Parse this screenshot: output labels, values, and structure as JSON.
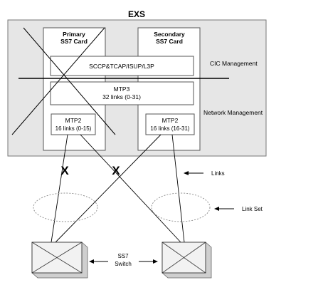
{
  "title": "EXS",
  "primary_card": {
    "line1": "Primary",
    "line2": "SS7 Card"
  },
  "secondary_card": {
    "line1": "Secondary",
    "line2": "SS7 Card"
  },
  "sccp_layer": "SCCP&TCAP/ISUP/L3P",
  "mtp3": {
    "line1": "MTP3",
    "line2": "32 links (0-31)"
  },
  "mtp2_primary": {
    "line1": "MTP2",
    "line2": "16 links (0-15)"
  },
  "mtp2_secondary": {
    "line1": "MTP2",
    "line2": "16 links (16-31)"
  },
  "labels": {
    "cic_management": "CIC Management",
    "network_management": "Network Management",
    "links": "Links",
    "link_set": "Link Set",
    "switch_line1": "SS7",
    "switch_line2": "Switch"
  },
  "failure_mark": "X",
  "colors": {
    "exs_fill": "#e6e6e6",
    "switch_fill": "#f2f2f2",
    "shadow": "#cfcfcf"
  }
}
